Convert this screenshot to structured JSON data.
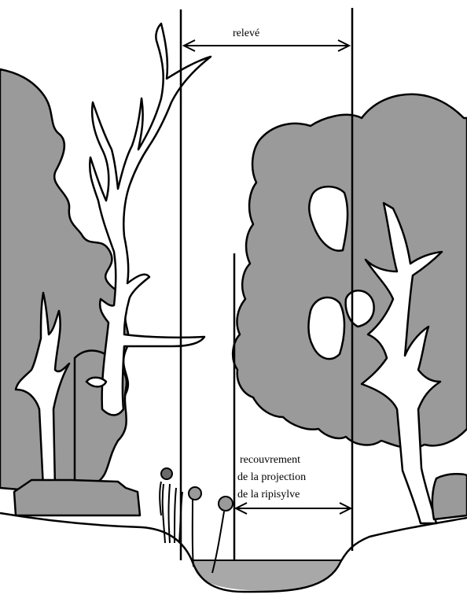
{
  "labels": {
    "releve": "relevé",
    "recouvrement": [
      "recouvrement",
      "de la projection",
      "de la ripisylve"
    ]
  },
  "colors": {
    "canopy": "#9a9a9a",
    "water": "#a8a8a8",
    "outline": "#000000",
    "background": "#ffffff"
  }
}
